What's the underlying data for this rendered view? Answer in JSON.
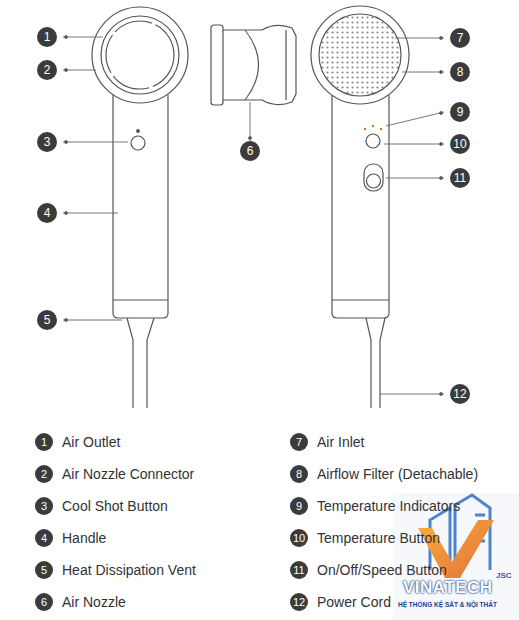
{
  "diagram": {
    "labels": [
      "1",
      "2",
      "3",
      "4",
      "5",
      "6",
      "7",
      "8",
      "9",
      "10",
      "11",
      "12",
      "1",
      "Air Outlet",
      "2",
      "Air Nozzle Connector",
      "3",
      "Cool Shot Button",
      "4",
      "Handle",
      "5",
      "Heat Dissipation Vent",
      "6",
      "Air Nozzle",
      "7",
      "Air Inlet",
      "8",
      "Airflow Filter (Detachable)",
      "9",
      "Temperature Indicators",
      "10",
      "Temperature Button",
      "11",
      "On/Off/Speed Button",
      "12",
      "Power Cord",
      "VINATECH",
      "JSC",
      "HỆ THỐNG KỆ SẮT & NỘI THẤT"
    ]
  }
}
